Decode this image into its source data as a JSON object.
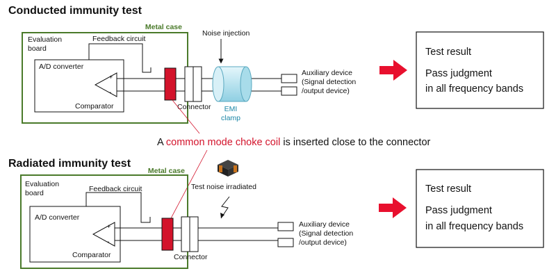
{
  "conducted": {
    "title": "Conducted immunity test",
    "metal_case": "Metal case",
    "eval_board": [
      "Evaluation",
      "board"
    ],
    "feedback": "Feedback circuit",
    "adc": "A/D converter",
    "comparator": "Comparator",
    "connector": "Connector",
    "noise_injection": "Noise injection",
    "emi_clamp": [
      "EMI",
      "clamp"
    ],
    "aux_device": [
      "Auxiliary device",
      "(Signal detection",
      "/output device)"
    ],
    "result": [
      "Test result",
      "Pass judgment",
      "in all frequency bands"
    ]
  },
  "middle": {
    "pre": "A ",
    "highlight": "common mode choke coil",
    "post": " is inserted close to the connector"
  },
  "radiated": {
    "title": "Radiated immunity test",
    "metal_case": "Metal case",
    "eval_board": [
      "Evaluation",
      "board"
    ],
    "feedback": "Feedback circuit",
    "adc": "A/D converter",
    "comparator": "Comparator",
    "connector": "Connector",
    "noise": "Test noise irradiated",
    "aux_device": [
      "Auxiliary device",
      "(Signal detection",
      "/output device)"
    ],
    "result": [
      "Test result",
      "Pass judgment",
      "in all frequency bands"
    ]
  },
  "colors": {
    "case_green": "#4a7a2a",
    "choke_red": "#d3132b",
    "arrow_red": "#e8102e",
    "emi_blue": "#bfe6f0"
  }
}
